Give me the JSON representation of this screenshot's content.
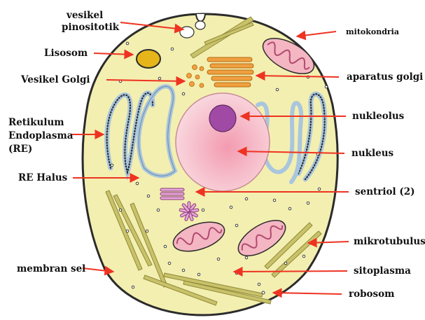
{
  "labels": {
    "vesikel_pinositotik_l1": "vesikel",
    "vesikel_pinositotik_l2": "pinositotik",
    "lisosom": "Lisosom",
    "vesikel_golgi": "Vesikel Golgi",
    "re_l1": "Retikulum",
    "re_l2": "Endoplasma",
    "re_l3": "(RE)",
    "re_halus": "RE Halus",
    "membran_sel": "membran sel",
    "mitokondria": "mitokondria",
    "aparatus_golgi": "aparatus golgi",
    "nukleolus": "nukleolus",
    "nukleus": "nukleus",
    "sentriol": "sentriol (2)",
    "mikrotubulus": "mikrotubulus",
    "sitoplasma": "sitoplasma",
    "robosom": "robosom"
  },
  "colors": {
    "cytoplasm": "#f3efb0",
    "membrane": "#2b2b2b",
    "nucleus": "#f7c9d3",
    "nucleolus": "#a14aa5",
    "golgi": "#f0a040",
    "lysosome": "#e5b51a",
    "mitochondria_outer": "#f4b6c2",
    "mitochondria_inner": "#b04a70",
    "er": "#a9c6de",
    "microtubule": "#b7b060",
    "arrow": "#ee3322"
  }
}
